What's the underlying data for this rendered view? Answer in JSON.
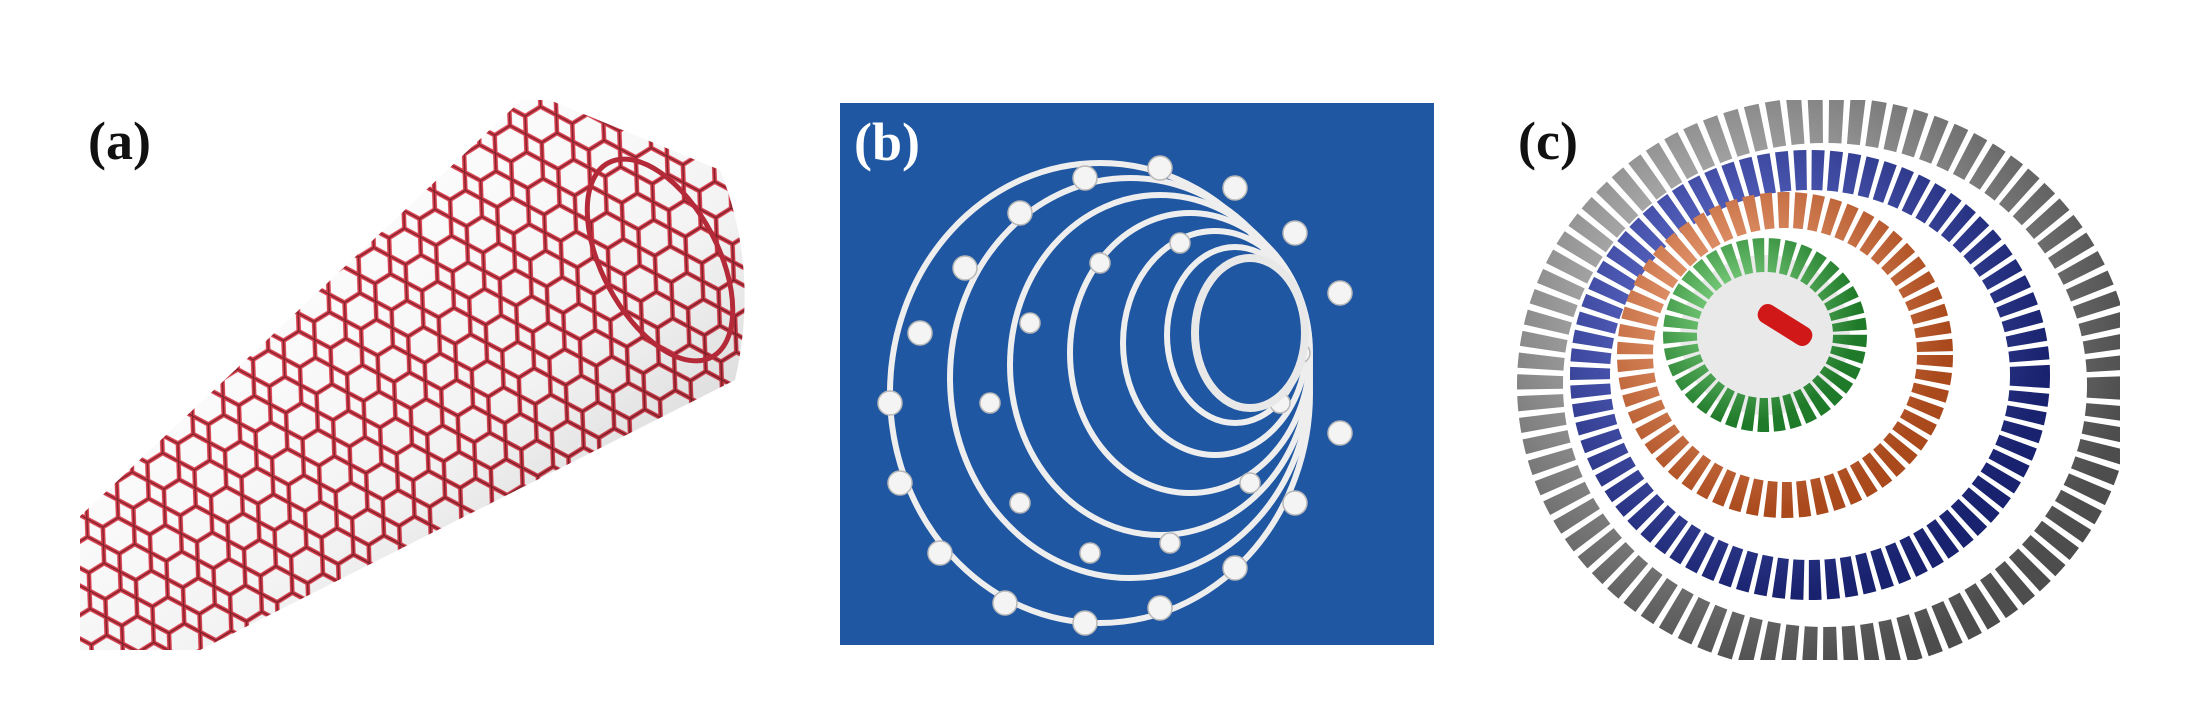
{
  "panels": [
    {
      "label": "(a)"
    },
    {
      "label": "(b)"
    },
    {
      "label": "(c)"
    }
  ],
  "colors": {
    "panel_a_lattice": "#d93b4a",
    "panel_b_background": "#1f57a3",
    "panel_b_atoms": "#f2f2f2",
    "panel_c_outer_wall": "#7a7a7a",
    "panel_c_wall_2": "#27349a",
    "panel_c_wall_3": "#d9743d",
    "panel_c_wall_4": "#38a844",
    "panel_c_core": "#d01818"
  }
}
